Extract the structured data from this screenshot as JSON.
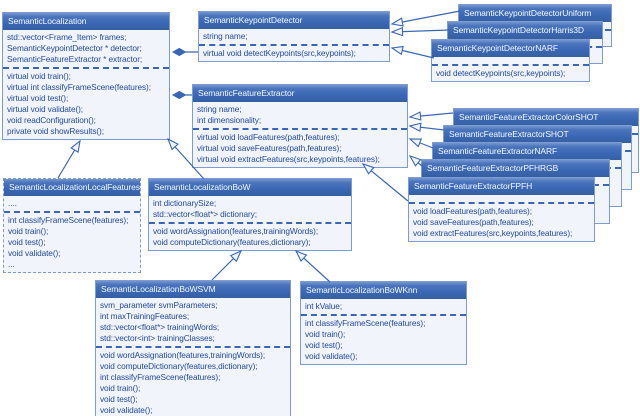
{
  "diagram": {
    "type": "uml-class-diagram",
    "topic": "SemanticLocalization class hierarchy"
  },
  "colors": {
    "header": "#3a67b4",
    "body_bg": "#f1f5fb",
    "border": "#7d9cd4",
    "text": "#24499e",
    "line": "#3a67b4",
    "title_text": "#f4f8ff"
  },
  "classes": [
    {
      "id": "semantic-localization",
      "title": "SemanticLocalization",
      "attributes": [
        "std::vector<Frame_Item> frames;",
        "SemanticKeypointDetector * detector;",
        "SemanticFeatureExtractor * extractor;"
      ],
      "methods": [
        "virtual void train();",
        "virtual int classifyFrameScene(features);",
        "virtual void test();",
        "virtual void validate();",
        "void readConfiguration();",
        "private void showResults();"
      ]
    },
    {
      "id": "semantic-keypoint-detector",
      "title": "SemanticKeypointDetector",
      "attributes": [
        "string name;"
      ],
      "methods": [
        "virtual void detectKeypoints(src,keypoints);"
      ]
    },
    {
      "id": "skd-uniform",
      "title": "SemanticKeypointDetectorUniform",
      "attributes": [],
      "methods": [
        "void detectKeypoints(src,keypoints);"
      ]
    },
    {
      "id": "skd-harris3d",
      "title": "SemanticKeypointDetectorHarris3D",
      "attributes": [],
      "methods": [
        "void detectKeypoints(src,keypoints);"
      ]
    },
    {
      "id": "skd-narf",
      "title": "SemanticKeypointDetectorNARF",
      "attributes": [],
      "methods": [
        "void detectKeypoints(src,keypoints);"
      ]
    },
    {
      "id": "semantic-feature-extractor",
      "title": "SemanticFeatureExtractor",
      "attributes": [
        "string name;",
        "int dimensionality;"
      ],
      "methods": [
        "virtual void loadFeatures(path,features);",
        "virtual void saveFeatures(path,features);",
        "virtual void extractFeatures(src,keypoints,features);"
      ]
    },
    {
      "id": "sfe-colorshot",
      "title": "SemanticFeatureExtractorColorSHOT",
      "attributes": [],
      "methods": [
        "void loadFeatures(path,features);",
        "void saveFeatures(path,features);",
        "void extractFeatures(src,keypoints,features);"
      ]
    },
    {
      "id": "sfe-shot",
      "title": "SemanticFeatureExtractorSHOT",
      "attributes": [],
      "methods": [
        "void loadFeatures(path,features);",
        "void saveFeatures(path,features);",
        "void extractFeatures(src,keypoints,features);"
      ]
    },
    {
      "id": "sfe-narf",
      "title": "SemanticFeatureExtractorNARF",
      "attributes": [],
      "methods": [
        "void loadFeatures(path,features);",
        "void saveFeatures(path,features);",
        "void extractFeatures(src,keypoints,features);"
      ]
    },
    {
      "id": "sfe-pfhrgb",
      "title": "SemanticFeatureExtractorPFHRGB",
      "attributes": [],
      "methods": [
        "void loadFeatures(path,features);",
        "void saveFeatures(path,features);",
        "void extractFeatures(src,keypoints,features);"
      ]
    },
    {
      "id": "sfe-fpfh",
      "title": "SemanticFeatureExtractorFPFH",
      "attributes": [],
      "methods": [
        "void loadFeatures(path,features);",
        "void saveFeatures(path,features);",
        "void extractFeatures(src,keypoints,features);"
      ]
    },
    {
      "id": "sl-local-features",
      "title": "SemanticLocalizationLocalFeatures",
      "attributes": [
        "...."
      ],
      "methods": [
        "int classifyFrameScene(features);",
        "void train();",
        "void test();",
        "void validate();",
        "..."
      ]
    },
    {
      "id": "sl-bow",
      "title": "SemanticLocalizationBoW",
      "attributes": [
        "int dictionarySize;",
        "std::vector<float*> dictionary;"
      ],
      "methods": [
        "void wordAssignation(features,trainingWords);",
        "void computeDictionary(features,dictionary);"
      ]
    },
    {
      "id": "sl-bow-svm",
      "title": "SemanticLocalizationBoWSVM",
      "attributes": [
        "svm_parameter svmParameters;",
        "int maxTrainingFeatures;",
        "std::vector<float*> trainingWords;",
        "std::vector<int> trainingClasses;"
      ],
      "methods": [
        "void wordAssignation(features,trainingWords);",
        "void computeDictionary(features,dictionary);",
        "int classifyFrameScene(features);",
        "void train();",
        "void test();",
        "void validate();"
      ]
    },
    {
      "id": "sl-bow-knn",
      "title": "SemanticLocalizationBoWKnn",
      "attributes": [
        "int kValue;"
      ],
      "methods": [
        "int classifyFrameScene(features);",
        "void train();",
        "void test();",
        "void validate();"
      ]
    }
  ],
  "connections": [
    {
      "from": "sl-local-features",
      "to": "semantic-localization",
      "type": "inheritance"
    },
    {
      "from": "sl-bow",
      "to": "semantic-localization",
      "type": "inheritance"
    },
    {
      "from": "sl-bow-svm",
      "to": "sl-bow",
      "type": "inheritance"
    },
    {
      "from": "sl-bow-knn",
      "to": "sl-bow",
      "type": "inheritance"
    },
    {
      "from": "skd-uniform",
      "to": "semantic-keypoint-detector",
      "type": "inheritance"
    },
    {
      "from": "skd-harris3d",
      "to": "semantic-keypoint-detector",
      "type": "inheritance"
    },
    {
      "from": "skd-narf",
      "to": "semantic-keypoint-detector",
      "type": "inheritance"
    },
    {
      "from": "sfe-colorshot",
      "to": "semantic-feature-extractor",
      "type": "inheritance"
    },
    {
      "from": "sfe-shot",
      "to": "semantic-feature-extractor",
      "type": "inheritance"
    },
    {
      "from": "sfe-narf",
      "to": "semantic-feature-extractor",
      "type": "inheritance"
    },
    {
      "from": "sfe-pfhrgb",
      "to": "semantic-feature-extractor",
      "type": "inheritance"
    },
    {
      "from": "sfe-fpfh",
      "to": "semantic-feature-extractor",
      "type": "inheritance"
    },
    {
      "from": "semantic-localization",
      "to": "semantic-keypoint-detector",
      "type": "aggregation"
    },
    {
      "from": "semantic-localization",
      "to": "semantic-feature-extractor",
      "type": "aggregation"
    }
  ]
}
